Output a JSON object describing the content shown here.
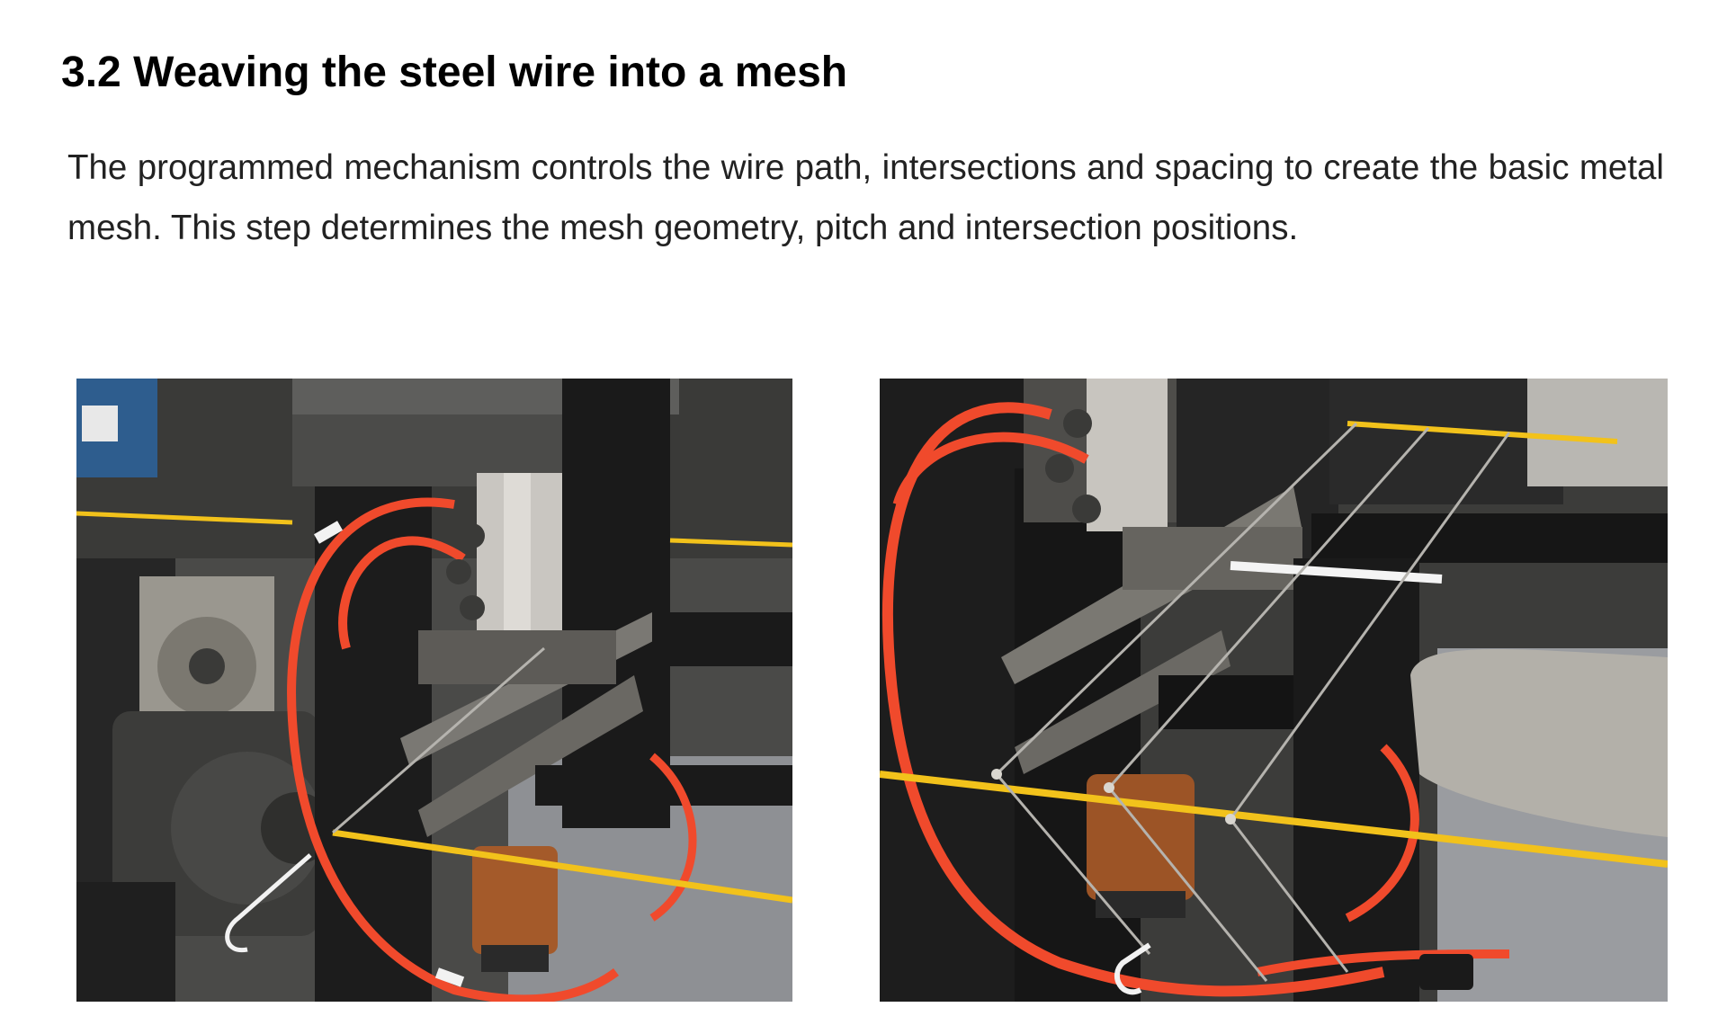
{
  "section": {
    "number_title": "3.2 Weaving the steel wire into a mesh",
    "paragraph": "The programmed mechanism controls the wire path, intersections and spacing to create the basic metal mesh. This step determines the mesh geometry, pitch and intersection positions."
  },
  "photos": [
    {
      "name": "weaving-machine-photo-left"
    },
    {
      "name": "weaving-machine-photo-right"
    }
  ],
  "colors": {
    "tubing": "#f04a2c",
    "wire_yellow": "#f2c21b",
    "steel": "#6b6a66",
    "machine_black": "#1e1e1e",
    "copper": "#a45a2a"
  }
}
